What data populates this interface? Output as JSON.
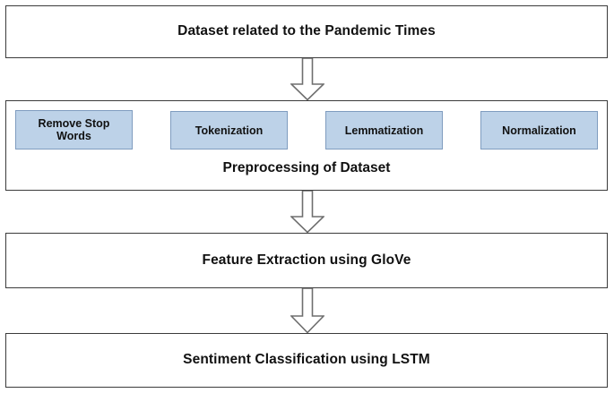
{
  "diagram": {
    "title": "Sentiment analysis pipeline flowchart",
    "colors": {
      "sub_box_fill": "#bdd2e8",
      "sub_box_border": "#7f9cbf",
      "stage_border": "#3b3b3b",
      "arrow_stroke": "#6e6e6e",
      "arrow_fill": "#ffffff",
      "text": "#111111",
      "background": "#ffffff"
    },
    "stages": [
      {
        "id": "dataset",
        "label": "Dataset related to the Pandemic Times"
      },
      {
        "id": "preprocess",
        "label": "Preprocessing of Dataset"
      },
      {
        "id": "feature",
        "label": "Feature Extraction using GloVe"
      },
      {
        "id": "sentiment",
        "label": "Sentiment Classification using LSTM"
      }
    ],
    "preprocessing_steps": [
      {
        "id": "remove-stop-words",
        "label": "Remove Stop Words"
      },
      {
        "id": "tokenization",
        "label": "Tokenization"
      },
      {
        "id": "lemmatization",
        "label": "Lemmatization"
      },
      {
        "id": "normalization",
        "label": "Normalization"
      }
    ],
    "arrows": [
      {
        "id": "arrow-dataset-to-preprocess",
        "icon": "down-block-arrow-icon"
      },
      {
        "id": "arrow-preprocess-to-feature",
        "icon": "down-block-arrow-icon"
      },
      {
        "id": "arrow-feature-to-sentiment",
        "icon": "down-block-arrow-icon"
      }
    ]
  }
}
